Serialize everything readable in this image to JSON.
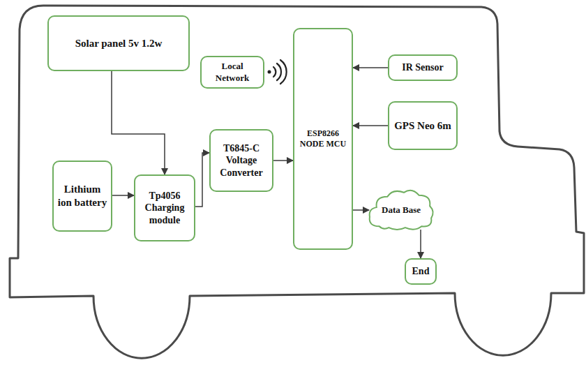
{
  "diagram": {
    "nodes": [
      {
        "text": [
          "Solar panel 5v 1.2w"
        ]
      },
      {
        "text": [
          "Local Network"
        ]
      },
      {
        "text": [
          "ESP8266 NODE MCU"
        ]
      },
      {
        "text": [
          "IR Sensor"
        ]
      },
      {
        "text": [
          "GPS Neo 6m"
        ]
      },
      {
        "text": [
          "Lithium ion battery"
        ]
      },
      {
        "text": [
          "Tp4056 Charging module"
        ]
      },
      {
        "text": [
          "T6845-C Voltage Converter"
        ]
      },
      {
        "text": [
          "Data Base"
        ]
      },
      {
        "text": [
          "End"
        ]
      }
    ],
    "edges": [
      {
        "from": 0,
        "to": 6,
        "arrow": "to"
      },
      {
        "from": 5,
        "to": 6,
        "arrow": "to"
      },
      {
        "from": 6,
        "to": 7,
        "arrow": "to"
      },
      {
        "from": 7,
        "to": 2,
        "arrow": "to"
      },
      {
        "from": 3,
        "to": 2,
        "arrow": "to"
      },
      {
        "from": 4,
        "to": 2,
        "arrow": "to"
      },
      {
        "from": 2,
        "to": 8,
        "arrow": "to"
      },
      {
        "from": 8,
        "to": 9,
        "arrow": "to"
      }
    ]
  }
}
